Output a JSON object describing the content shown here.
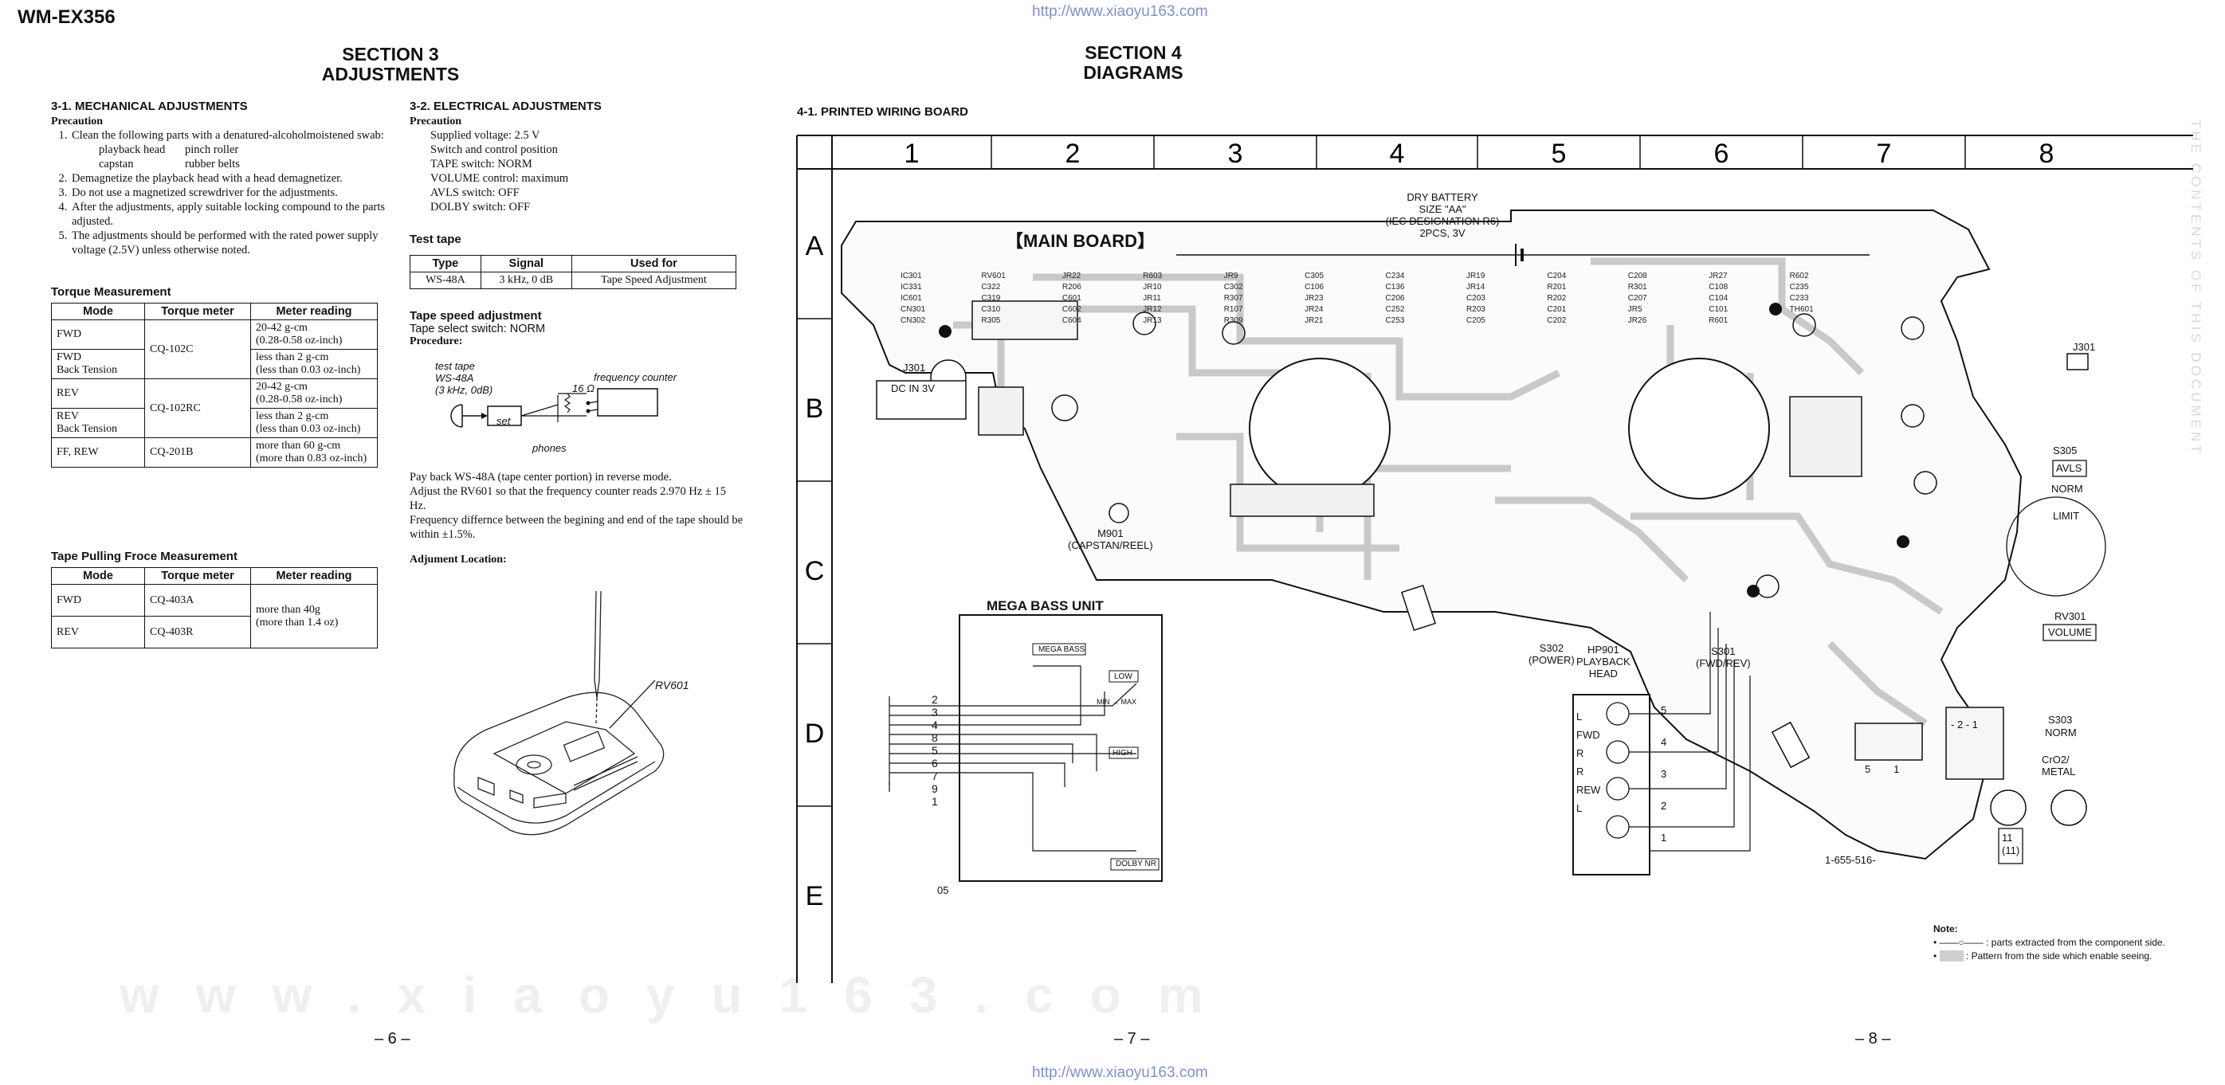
{
  "header": {
    "model": "WM-EX356",
    "url_top": "http://www.xiaoyu163.com",
    "url_bottom": "http://www.xiaoyu163.com",
    "watermark": "www.xiaoyu163.com"
  },
  "left_page": {
    "section_title": "SECTION 3",
    "section_subtitle": "ADJUSTMENTS",
    "mech": {
      "heading": "3-1.  MECHANICAL ADJUSTMENTS",
      "precaution": "Precaution",
      "items": [
        "Clean the following parts with a denatured-alcoholmoistened swab:",
        "Demagnetize the playback head with a head demagnetizer.",
        "Do not use a magnetized screwdriver for the adjustments.",
        "After the adjustments, apply suitable locking compound to the parts adjusted.",
        "The adjustments should be performed with the rated power supply voltage (2.5V) unless otherwise noted."
      ],
      "swab_parts": [
        "playback head",
        "pinch roller",
        "capstan",
        "rubber belts"
      ]
    },
    "torque": {
      "title": "Torque Measurement",
      "headers": [
        "Mode",
        "Torque meter",
        "Meter reading"
      ],
      "rows": [
        {
          "mode": "FWD",
          "meter": "CQ-102C",
          "reading": "20-42 g-cm\n(0.28-0.58 oz-inch)"
        },
        {
          "mode": "FWD\nBack Tension",
          "meter": "",
          "reading": "less than 2 g-cm\n(less than 0.03 oz-inch)"
        },
        {
          "mode": "REV",
          "meter": "CQ-102RC",
          "reading": "20-42 g-cm\n(0.28-0.58 oz-inch)"
        },
        {
          "mode": "REV\nBack Tension",
          "meter": "",
          "reading": "less than 2 g-cm\n(less than 0.03 oz-inch)"
        },
        {
          "mode": "FF, REW",
          "meter": "CQ-201B",
          "reading": "more than 60 g-cm\n(more than 0.83 oz-inch)"
        }
      ]
    },
    "pulling": {
      "title": "Tape Pulling Froce Measurement",
      "headers": [
        "Mode",
        "Torque meter",
        "Meter reading"
      ],
      "rows": [
        {
          "mode": "FWD",
          "meter": "CQ-403A"
        },
        {
          "mode": "REV",
          "meter": "CQ-403R"
        }
      ],
      "reading": "more than 40g\n(more than 1.4 oz)"
    },
    "elec": {
      "heading": "3-2.  ELECTRICAL ADJUSTMENTS",
      "precaution": "Precaution",
      "lines": [
        "Supplied voltage: 2.5 V",
        "Switch and control position",
        "TAPE switch: NORM",
        "VOLUME control: maximum",
        "AVLS switch: OFF",
        "DOLBY switch: OFF"
      ],
      "test_tape_title": "Test tape",
      "test_tape_headers": [
        "Type",
        "Signal",
        "Used for"
      ],
      "test_tape_row": [
        "WS-48A",
        "3 kHz, 0 dB",
        "Tape Speed Adjustment"
      ],
      "speed_title": "Tape speed adjustment",
      "speed_switch": "Tape select switch: NORM",
      "procedure": "Procedure:",
      "setup_labels": {
        "test_tape": "test tape\nWS-48A\n(3 kHz, 0dB)",
        "set": "set",
        "phones": "phones",
        "resistor": "16 Ω",
        "counter": "frequency counter"
      },
      "paragraph1": "Pay back WS-48A (tape center portion) in reverse mode.",
      "paragraph2": "Adjust the RV601 so that the frequency counter reads 2.970 Hz ± 15 Hz.",
      "paragraph3": "Frequency differnce between the begining and end of the tape should be within ±1.5%.",
      "location_title": "Adjument Location:",
      "location_label": "RV601"
    },
    "page_number": "– 6 –"
  },
  "right_page": {
    "section_title": "SECTION 4",
    "section_subtitle": "DIAGRAMS",
    "pwb_heading": "4-1.   PRINTED WIRING BOARD",
    "columns": [
      "1",
      "2",
      "3",
      "4",
      "5",
      "6",
      "7",
      "8"
    ],
    "rows": [
      "A",
      "B",
      "C",
      "D",
      "E"
    ],
    "main_board": "【MAIN BOARD】",
    "battery": "DRY BATTERY\nSIZE \"AA\"\n(IEC DESIGNATION R6)\n2PCS, 3V",
    "j301_dc": "J301",
    "dc_in": "DC IN  3V",
    "j301_phones": "J301",
    "motor": "M901\n(CAPSTAN/REEL)",
    "s305": "S305",
    "avls": "AVLS",
    "norm": "NORM",
    "limit": "LIMIT",
    "rv301": "RV301",
    "volume": "VOLUME",
    "s303": "S303",
    "s303_norm": "NORM",
    "s303_metal": "CrO2/\nMETAL",
    "s302": "S302\n(POWER)",
    "s301": "S301\n(FWD/REV)",
    "head": "HP901\nPLAYBACK\nHEAD",
    "mega_bass_unit": "MEGA BASS UNIT",
    "mega_bass_sw": "MEGA BASS",
    "low": "LOW",
    "high": "HIGH",
    "min_max": "MIN → MAX",
    "dolby_nr": "DOLBY NR",
    "mega_pins": [
      "2",
      "3",
      "4",
      "8",
      "5",
      "6",
      "7",
      "9",
      "1"
    ],
    "mega_05": "05",
    "part_no": "1-655-516-",
    "board_rev": "11\n(11)",
    "components": [
      "IC301",
      "IC331",
      "IC601",
      "CN301",
      "CN302",
      "RV601",
      "C322",
      "C319",
      "C310",
      "R305",
      "JR22",
      "R206",
      "C601",
      "C602",
      "C604",
      "R603",
      "JR10",
      "JR11",
      "JR12",
      "JR13",
      "JR9",
      "C302",
      "R307",
      "R107",
      "R309",
      "C305",
      "C106",
      "JR23",
      "JR24",
      "JR21",
      "C234",
      "C136",
      "C206",
      "C252",
      "C253",
      "JR19",
      "JR14",
      "C203",
      "R203",
      "C205",
      "C204",
      "R201",
      "R202",
      "C201",
      "C202",
      "C208",
      "R301",
      "C207",
      "JR5",
      "JR26",
      "JR27",
      "C108",
      "C104",
      "C101",
      "R601",
      "R602",
      "C235",
      "C233",
      "TH601"
    ],
    "head_labels": [
      "L",
      "FWD",
      "R",
      "R",
      "REW",
      "L"
    ],
    "head_pins": [
      "5",
      "4",
      "3",
      "2",
      "1"
    ],
    "cn301_pins": "5        1",
    "s303_pins": "- 2 - 1",
    "note_title": "Note:",
    "note1": ": parts extracted from the component side.",
    "note2": ": Pattern from the side which enable seeing.",
    "page_number_7": "– 7 –",
    "page_number_8": "– 8 –",
    "side_text": "THE CONTENTS OF THIS DOCUMENT"
  }
}
